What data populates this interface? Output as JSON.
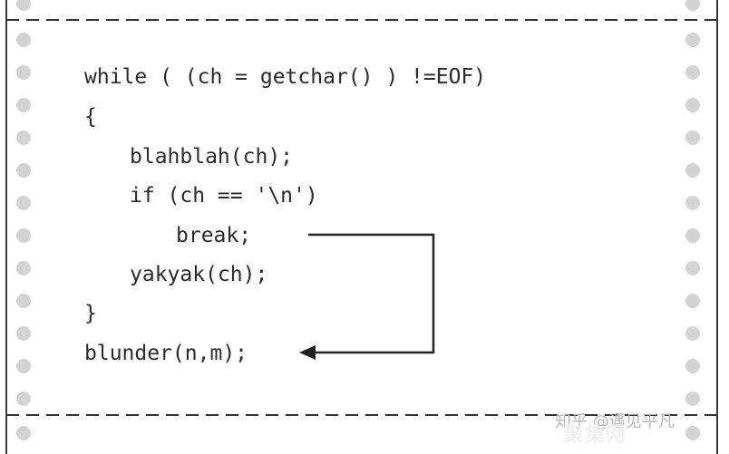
{
  "code": {
    "lines": [
      "while ( (ch = getchar() ) !=EOF)",
      "{",
      "blahblah(ch);",
      "if (ch == '\\n')",
      "break;",
      "yakyak(ch);",
      "}",
      "blunder(n,m);"
    ]
  },
  "watermark": {
    "line1": "知乎 @遇见平凡",
    "line2": "聚集网"
  },
  "colors": {
    "paper": "#ffffff",
    "border": "#3a3a3a",
    "hole": "#d3d3d3",
    "text": "#2b2b2b"
  }
}
